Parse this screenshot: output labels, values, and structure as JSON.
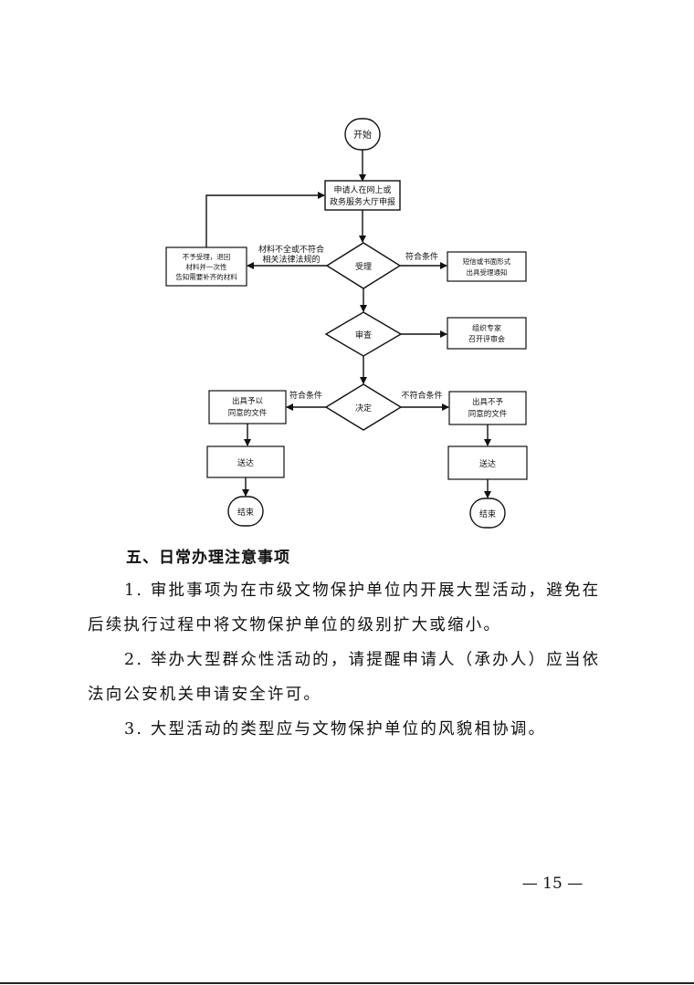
{
  "flowchart": {
    "start": "开始",
    "apply": [
      "申请人在网上或",
      "政务服务大厅申报"
    ],
    "reject_label": [
      "材料不全或不符合",
      "相关法律法规的"
    ],
    "reject_box": [
      "不予受理，退回",
      "材料并一次性",
      "告知需要补齐的材料"
    ],
    "accept": "受理",
    "accept_label": "符合条件",
    "accept_box": [
      "短信或书面形式",
      "出具受理通知"
    ],
    "review": "审查",
    "expert_box": [
      "组织专家",
      "召开评审会"
    ],
    "decision": "决定",
    "approve_label": "符合条件",
    "deny_label": "不符合条件",
    "approve_box": [
      "出具予以",
      "同意的文件"
    ],
    "deny_box": [
      "出具不予",
      "同意的文件"
    ],
    "deliver": "送达",
    "end": "结束"
  },
  "section": {
    "heading": "五、日常办理注意事项",
    "paragraphs": [
      "1. 审批事项为在市级文物保护单位内开展大型活动，避免在后续执行过程中将文物保护单位的级别扩大或缩小。",
      "2. 举办大型群众性活动的，请提醒申请人（承办人）应当依法向公安机关申请安全许可。",
      "3. 大型活动的类型应与文物保护单位的风貌相协调。"
    ]
  },
  "page_number": "— 15 —"
}
